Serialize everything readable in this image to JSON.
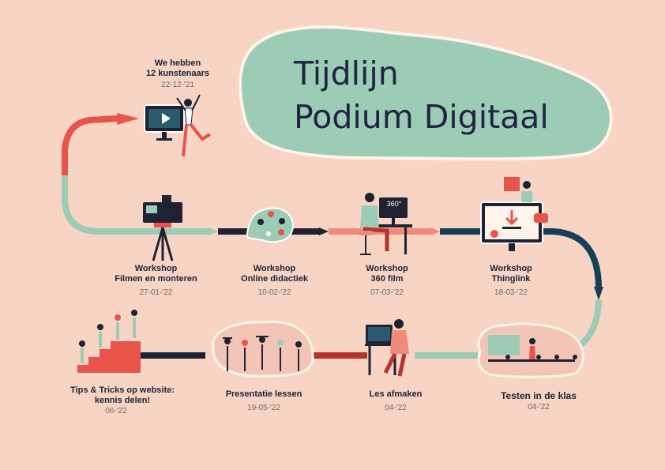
{
  "title": {
    "line1": "Tijdlijn",
    "line2": "Podium Digitaal"
  },
  "colors": {
    "background": "#f7d4c4",
    "mint": "#9ccbb6",
    "red": "#e8534a",
    "navy": "#1f2233",
    "teal": "#163f55",
    "salmon": "#f08a7a",
    "dark_red": "#b5332c"
  },
  "events": [
    {
      "title1": "We hebben",
      "title2": "12 kunstenaars",
      "date": "22-12-'21"
    },
    {
      "title1": "Workshop",
      "title2": "Filmen en monteren",
      "date": "27-01-'22"
    },
    {
      "title1": "Workshop",
      "title2": "Online didactiek",
      "date": "10-02-'22"
    },
    {
      "title1": "Workshop",
      "title2": "360 film",
      "date": "07-03-'22"
    },
    {
      "title1": "Workshop",
      "title2": "Thinglink",
      "date": "18-03-'22"
    },
    {
      "title1": "Testen in de klas",
      "title2": "",
      "date": "04-'22"
    },
    {
      "title1": "Les afmaken",
      "title2": "",
      "date": "04-'22"
    },
    {
      "title1": "Presentatie lessen",
      "title2": "",
      "date": "19-05-'22"
    },
    {
      "title1": "Tips & Tricks op website:",
      "title2": "kennis delen!",
      "date": "06-'22"
    }
  ],
  "vr_badge": "360°"
}
